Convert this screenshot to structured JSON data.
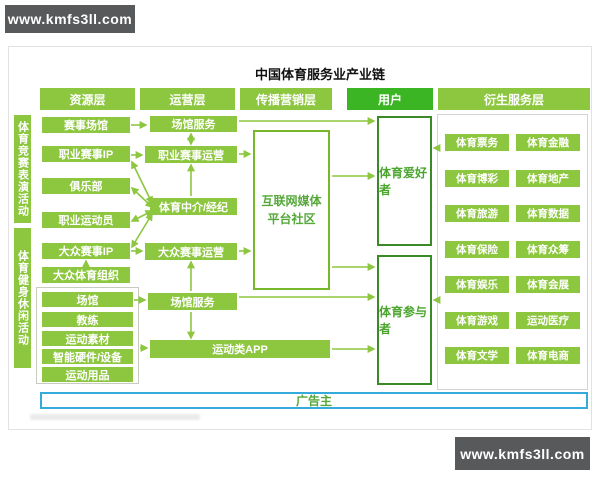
{
  "watermarks": {
    "top_left": "www.kmfs3ll.com",
    "bottom_right": "www.kmfs3ll.com"
  },
  "title": "中国体育服务业产业链",
  "headers": {
    "resource": "资源层",
    "operation": "运营层",
    "marketing": "传播营销层",
    "user": "用户",
    "derived": "衍生服务层"
  },
  "side_labels": {
    "competition": "体育竞赛表演活动",
    "fitness": "体育健身休闲活动"
  },
  "resource": {
    "event_venue": "赛事场馆",
    "pro_event_ip": "职业赛事IP",
    "club": "俱乐部",
    "pro_athlete": "职业运动员",
    "mass_event_ip": "大众赛事IP",
    "mass_sport_org": "大众体育组织"
  },
  "fitness_group": {
    "venue": "场馆",
    "coach": "教练",
    "sport_material": "运动素材",
    "smart_hardware": "智能硬件/设备",
    "sport_goods": "运动用品"
  },
  "operation": {
    "venue_service_top": "场馆服务",
    "pro_event_operation": "职业赛事运营",
    "agency": "体育中介/经纪",
    "mass_event_operation": "大众赛事运营",
    "venue_service_bottom": "场馆服务",
    "sport_app": "运动类APP"
  },
  "media": {
    "line1": "互联网媒体",
    "line2": "平台社区"
  },
  "users": {
    "fans": "体育爱好者",
    "participants": "体育参与者"
  },
  "derived_services": [
    "体育票务",
    "体育金融",
    "体育博彩",
    "体育地产",
    "体育旅游",
    "体育数据",
    "体育保险",
    "体育众筹",
    "体育娱乐",
    "体育会展",
    "体育游戏",
    "运动医疗",
    "体育文学",
    "体育电商"
  ],
  "advertiser_bar": "广告主",
  "colors": {
    "green": "#8dc63f",
    "user_green": "#3cb524",
    "dark_green_border": "#3a8a28",
    "media_border": "#76b82a",
    "green_text": "#55a839",
    "blue_border": "#35aadc",
    "watermark_bg": "#58595b"
  }
}
